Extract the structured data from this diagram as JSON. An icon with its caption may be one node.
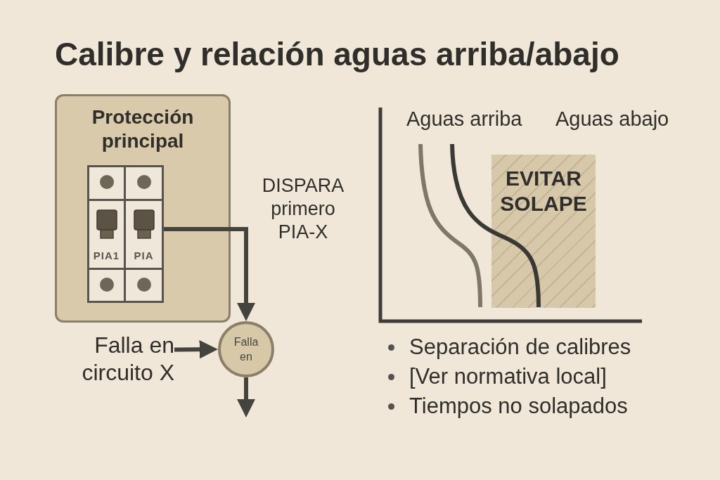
{
  "diagram": {
    "title": "Calibre y relación aguas arriba/abajo",
    "nodes": [
      {
        "text": [
          "Protección principal"
        ]
      },
      {
        "text": [
          "PIA1"
        ],
        "in": 0
      },
      {
        "text": [
          "PIA"
        ],
        "in": 0
      },
      {
        "text": [
          "Falla en circuito X"
        ]
      },
      {
        "text": [
          "Falla en"
        ]
      },
      {
        "text": [
          "EVITAR SOLAPE"
        ]
      }
    ],
    "edges": [
      {
        "from": 2,
        "to": 4,
        "arrow": "to",
        "label": "DISPARA primero PIA-X"
      },
      {
        "from": 3,
        "to": 4,
        "arrow": "to"
      },
      {
        "from": 4,
        "to": null,
        "arrow": "to"
      }
    ],
    "labels": [
      "Aguas arriba",
      "Aguas abajo",
      "Separación de calibres",
      "[Ver normativa local]",
      "Tiempos no solapados"
    ]
  }
}
